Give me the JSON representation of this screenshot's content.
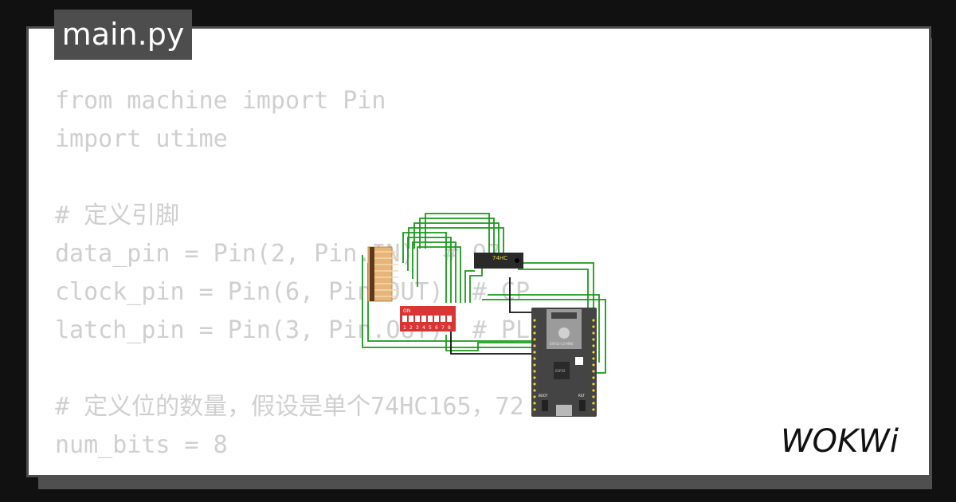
{
  "file_tab": {
    "name": "main.py"
  },
  "code_lines": [
    "from machine import Pin",
    "import utime",
    "",
    "# 定义引脚",
    "data_pin = Pin(2, Pin.IN)  # Q7",
    "clock_pin = Pin(6, Pin.OUT)  # CP",
    "latch_pin = Pin(3, Pin.OUT)  # PL",
    "",
    "# 定义位的数量，假设是单个74HC165，72",
    "num_bits = 8"
  ],
  "circuit": {
    "chip_label": "74HC",
    "dip_switch_label": "ON",
    "dip_switch_numbers": [
      "1",
      "2",
      "3",
      "4",
      "5",
      "6",
      "7",
      "8"
    ],
    "board_module_label": "ESP32-C3-MINI",
    "board_chip_label": "ESP32",
    "boot_label": "BOOT",
    "rst_label": "RST",
    "wire_color": "#1a9a1a",
    "dip_color": "#d93535",
    "board_color": "#444444"
  },
  "brand": {
    "logo_text": "WOKWi"
  }
}
